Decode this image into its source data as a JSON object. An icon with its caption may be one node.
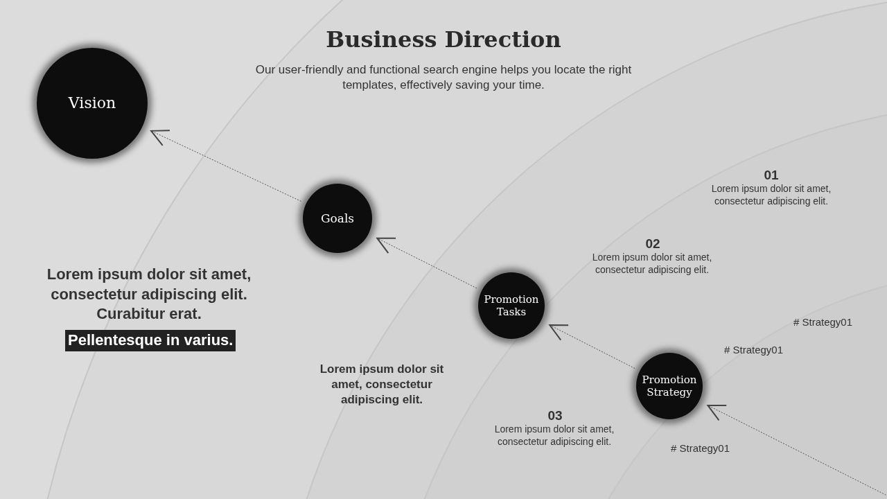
{
  "diagram": {
    "title": "Business Direction",
    "nodes": [
      {
        "text": [
          "Vision"
        ]
      },
      {
        "text": [
          "Goals"
        ]
      },
      {
        "text": [
          "Promotion Tasks"
        ]
      },
      {
        "text": [
          "Promotion Strategy"
        ]
      }
    ],
    "edges": [
      {
        "from": 1,
        "to": 0,
        "arrow": "to",
        "style": "dashed"
      },
      {
        "from": 2,
        "to": 1,
        "arrow": "to",
        "style": "dashed"
      },
      {
        "from": 3,
        "to": 2,
        "arrow": "to",
        "style": "dashed"
      },
      {
        "from": null,
        "to": 3,
        "arrow": "to",
        "style": "dashed"
      }
    ],
    "labels": [
      "Our user-friendly and functional search engine helps you locate the right templates, effectively saving your time.",
      "01",
      "Lorem ipsum dolor sit amet, consectetur adipiscing elit.",
      "02",
      "Lorem ipsum dolor sit amet, consectetur adipiscing elit.",
      "Lorem ipsum dolor sit amet, consectetur adipiscing elit. Curabitur erat.",
      "Pellentesque in varius.",
      "# Strategy01",
      "# Strategy01",
      "Lorem ipsum dolor sit amet, consectetur adipiscing elit.",
      "03",
      "Lorem ipsum dolor sit amet, consectetur adipiscing elit.",
      "# Strategy01"
    ]
  }
}
